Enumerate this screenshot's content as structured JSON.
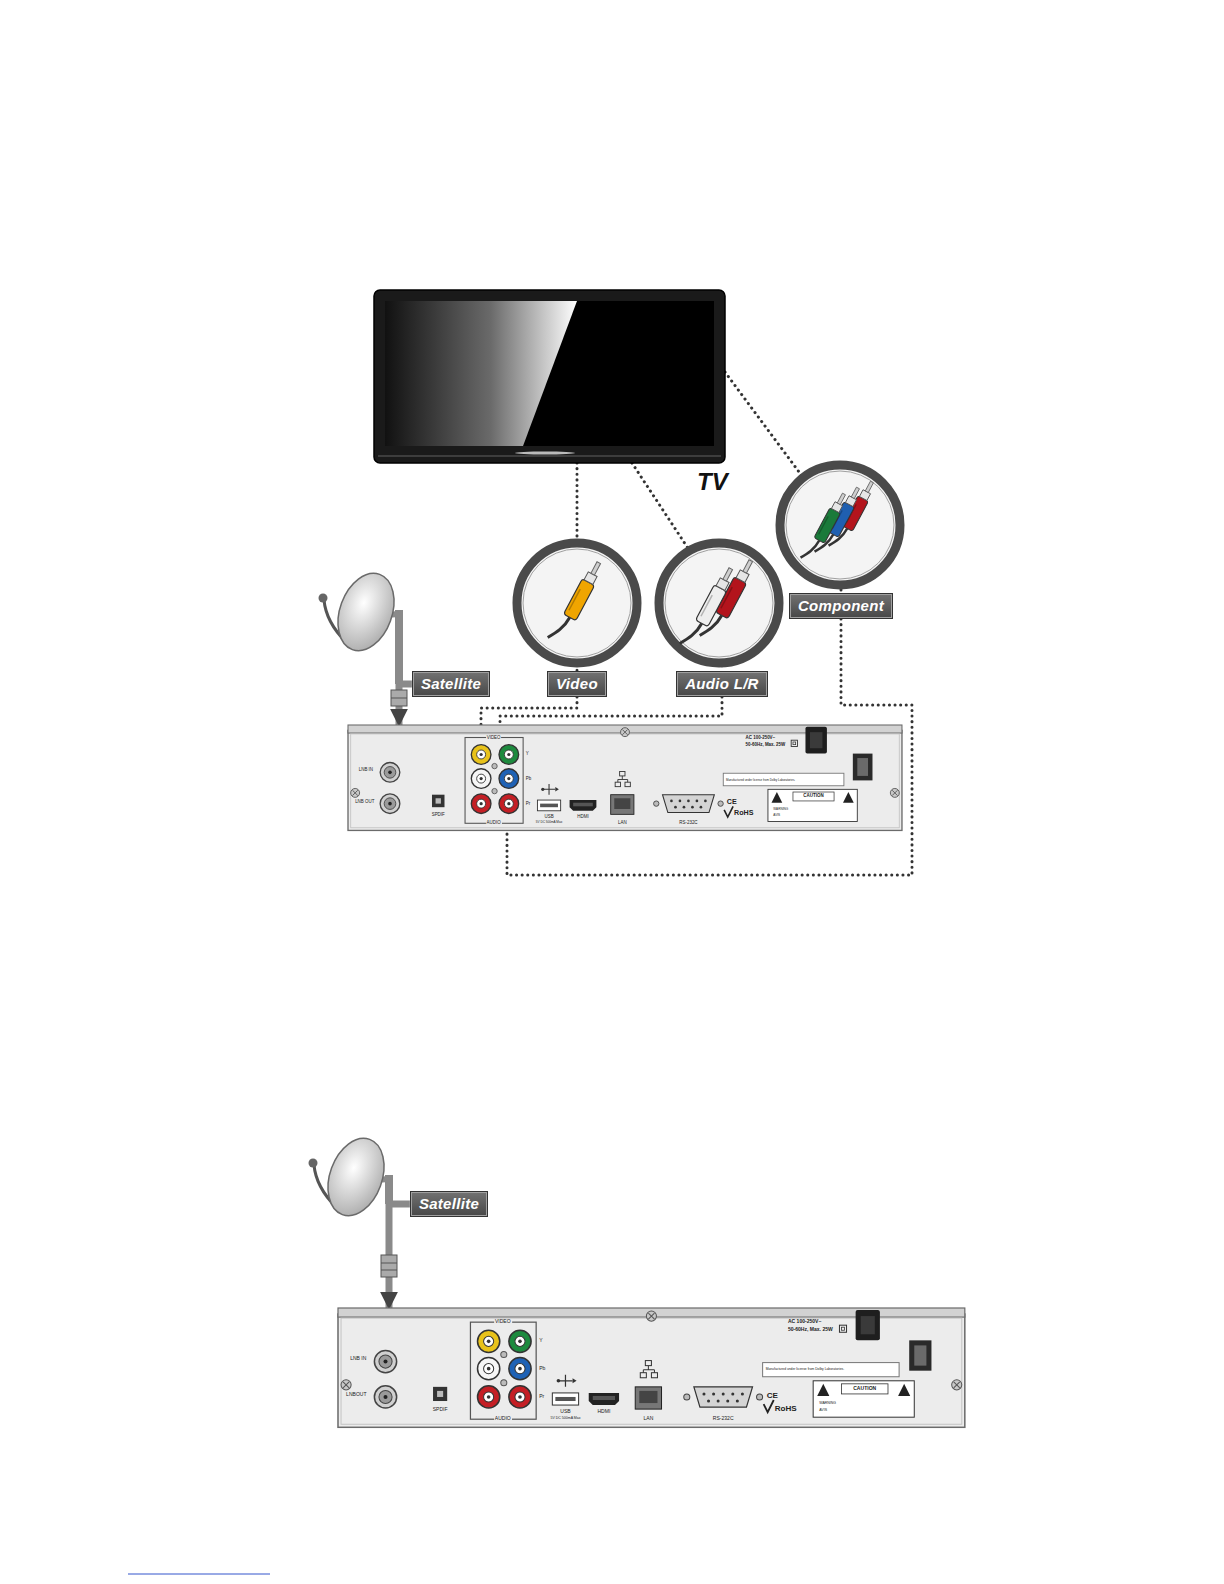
{
  "diagram": {
    "nodes": [
      {
        "text": [
          "TV"
        ]
      },
      {
        "text": [
          "Satellite"
        ]
      },
      {
        "text": [
          "Video"
        ]
      },
      {
        "text": [
          "Audio L/R"
        ]
      },
      {
        "text": [
          "Component"
        ]
      },
      {
        "text": [
          "LNB IN",
          "LNB OUT",
          "SPDIF",
          "VIDEO",
          "AUDIO",
          "Y",
          "Pb",
          "Pr",
          "USB",
          "5V DC 500mA Max",
          "HDMI",
          "LAN",
          "RS-232C",
          "AC 100-250V~",
          "50-60Hz, Max. 25W",
          "Manufactured under license from Dolby Laboratories.",
          "CE",
          "RoHS",
          "CAUTION",
          "WARNING",
          "AVIS"
        ]
      },
      {
        "text": [
          "Satellite"
        ]
      },
      {
        "text": [
          "LNB IN",
          "LNBOUT",
          "SPDIF",
          "VIDEO",
          "AUDIO",
          "Y",
          "Pb",
          "Pr",
          "USB",
          "5V DC 500mA Max",
          "HDMI",
          "LAN",
          "RS-232C",
          "AC 100-250V~",
          "50-60Hz, Max. 25W",
          "Manufactured under license from Dolby Laboratories.",
          "CE",
          "RoHS",
          "CAUTION",
          "WARNING",
          "AVIS"
        ]
      }
    ],
    "edges": [
      {
        "from": 0,
        "to": 2,
        "arrow": "none"
      },
      {
        "from": 2,
        "to": 5,
        "arrow": "none"
      },
      {
        "from": 0,
        "to": 3,
        "arrow": "none"
      },
      {
        "from": 3,
        "to": 5,
        "arrow": "none"
      },
      {
        "from": 0,
        "to": 4,
        "arrow": "none"
      },
      {
        "from": 4,
        "to": 5,
        "arrow": "none"
      },
      {
        "from": 1,
        "to": 5,
        "arrow": "to"
      },
      {
        "from": 6,
        "to": 7,
        "arrow": "to"
      }
    ]
  }
}
